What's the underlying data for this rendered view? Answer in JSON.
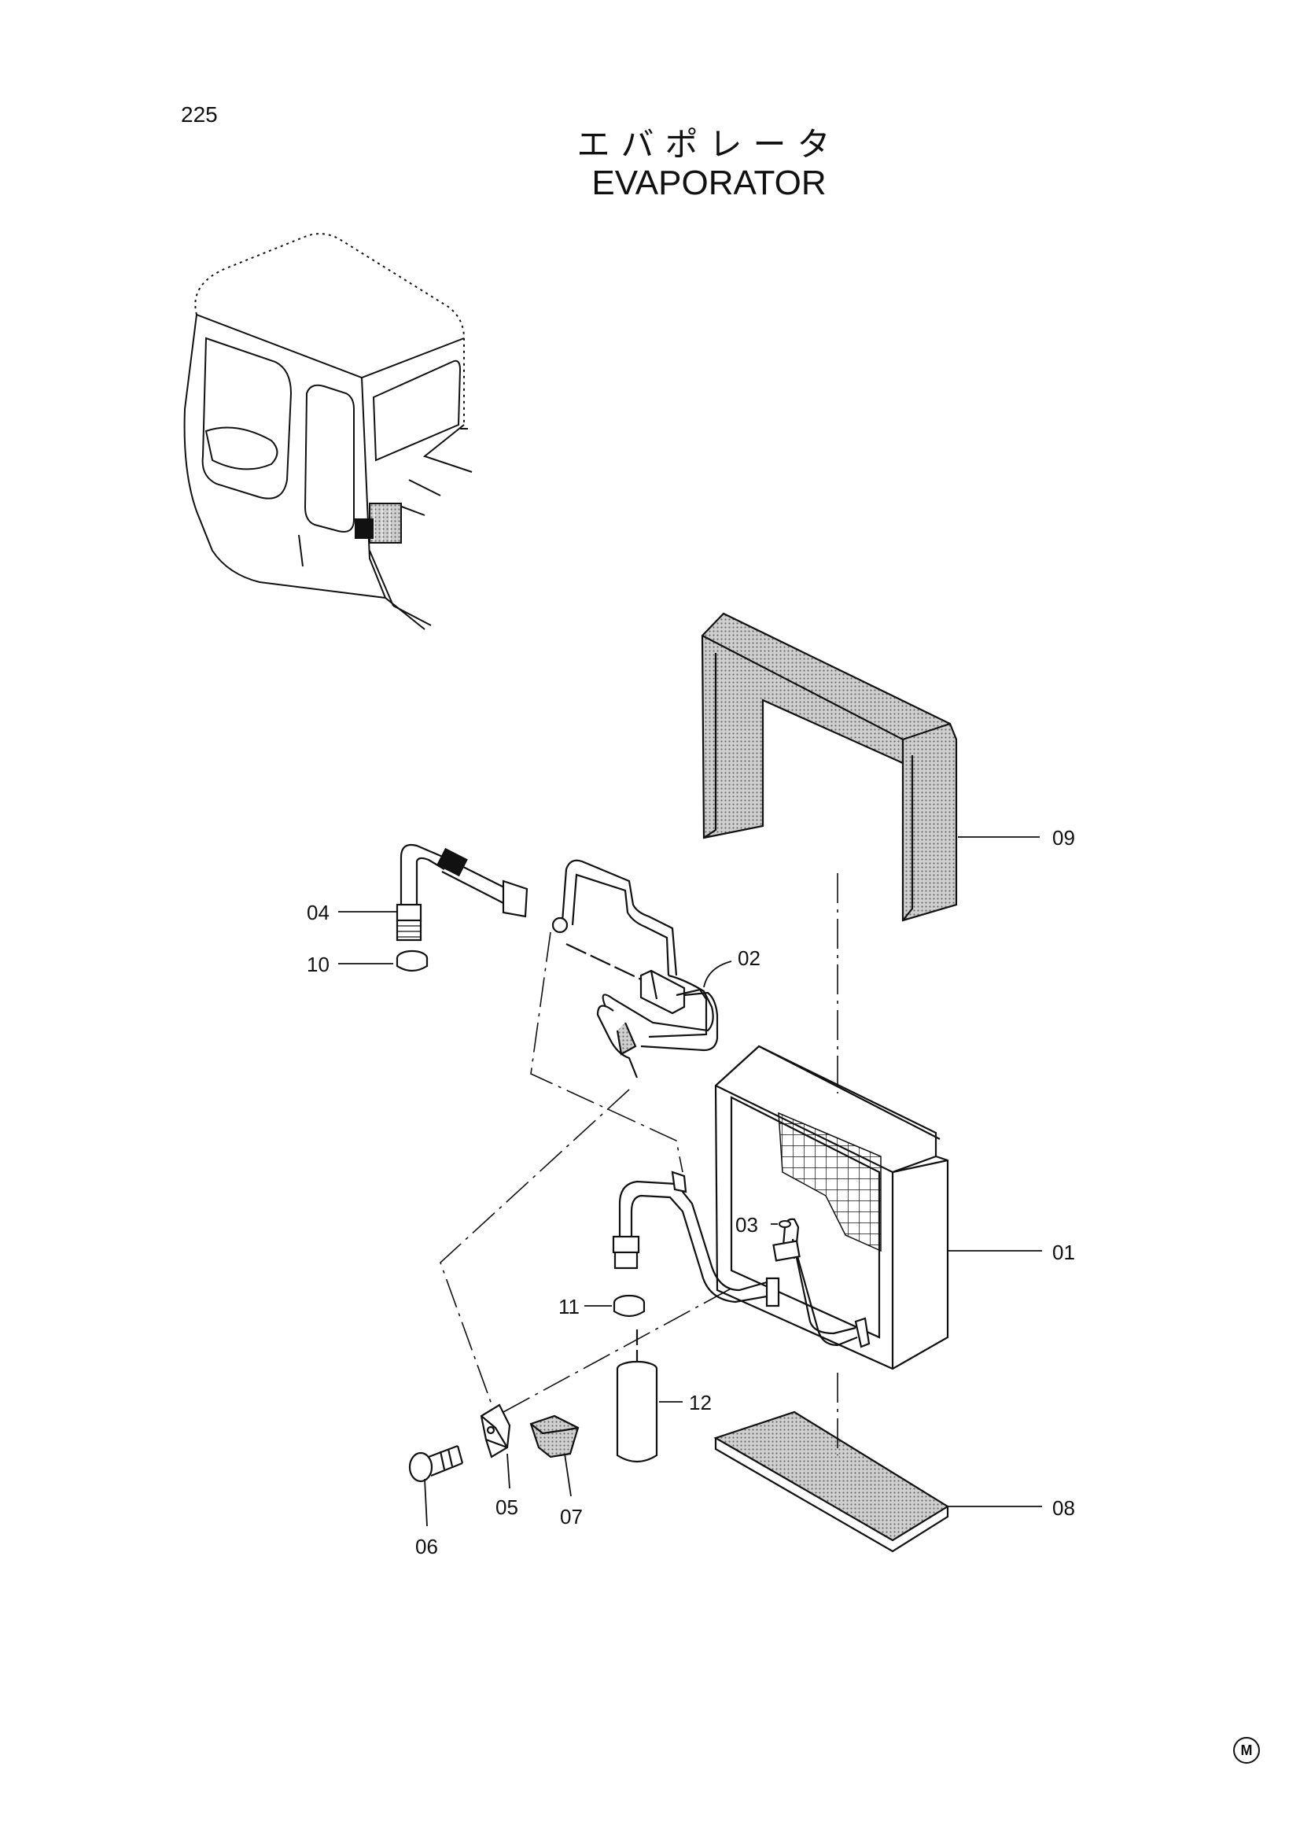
{
  "header": {
    "page_number": "225",
    "title_ja": "エバポレータ",
    "title_en": "EVAPORATOR"
  },
  "callouts": [
    {
      "id": "01"
    },
    {
      "id": "02"
    },
    {
      "id": "03"
    },
    {
      "id": "04"
    },
    {
      "id": "05"
    },
    {
      "id": "06"
    },
    {
      "id": "07"
    },
    {
      "id": "08"
    },
    {
      "id": "09"
    },
    {
      "id": "10"
    },
    {
      "id": "11"
    },
    {
      "id": "12"
    }
  ],
  "footer": {
    "mark": "M"
  },
  "colors": {
    "ink": "#111111",
    "hatch": "#9a9a9a"
  }
}
